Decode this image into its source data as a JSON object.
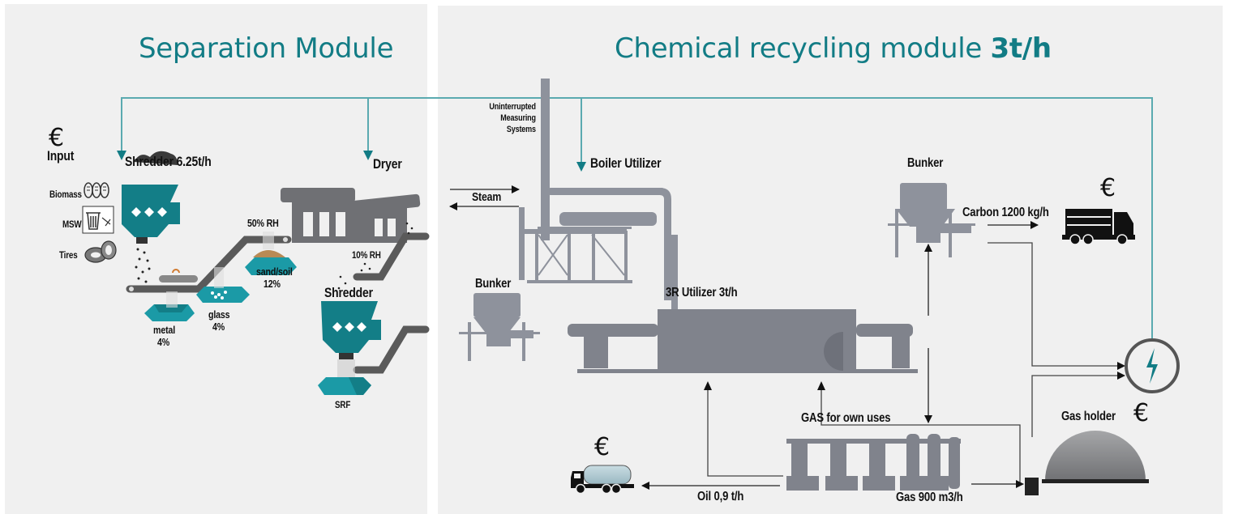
{
  "titles": {
    "separation": "Separation Module",
    "chemical_prefix": "Chemical recycling module ",
    "chemical_capacity": "3t/h"
  },
  "currency_symbol": "€",
  "separation": {
    "input_label": "Input",
    "inputs": [
      "Biomass",
      "MSW",
      "Tires"
    ],
    "shredder_label": "Shredder 6.25t/h",
    "dryer_label": "Dryer",
    "humidity_in": "50% RH",
    "humidity_out": "10% RH",
    "second_shredder_label": "Shredder",
    "outputs": [
      {
        "name": "metal",
        "share": "4%"
      },
      {
        "name": "glass",
        "share": "4%"
      },
      {
        "name": "sand/soil",
        "share": "12%"
      }
    ],
    "product": "SRF"
  },
  "chemical": {
    "measuring_lines": [
      "Uninterrupted",
      "Measuring",
      "Systems"
    ],
    "boiler_label": "Boiler Utilizer",
    "steam_label": "Steam",
    "bunker_left": "Bunker",
    "bunker_right": "Bunker",
    "utilizer_label": "3R Utilizer 3t/h",
    "carbon_label": "Carbon 1200 kg/h",
    "gas_own_use_label": "GAS for own uses",
    "oil_label": "Oil 0,9 t/h",
    "gas_output_label": "Gas 900 m3/h",
    "gas_holder_label": "Gas holder"
  },
  "colors": {
    "accent": "#127c85",
    "panel_bg": "#f0f0f0",
    "machinery": "#8e929c",
    "conveyor": "#5a5a5a",
    "container_teal": "#1b9aa6"
  }
}
